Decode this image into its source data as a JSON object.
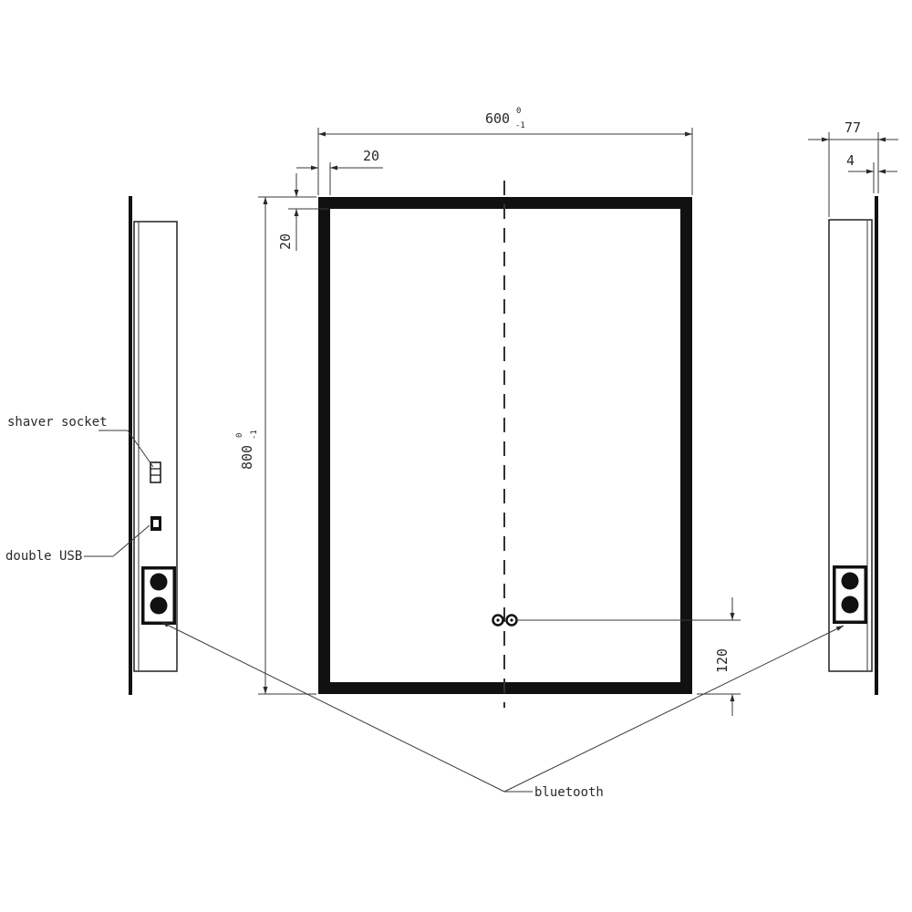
{
  "dimensions": {
    "width": {
      "value": "600",
      "sup": "0",
      "sub": "-1"
    },
    "height": {
      "value": "800",
      "sup": "0",
      "sub": "-1"
    },
    "frame_offset_x": "20",
    "frame_offset_y": "20",
    "bluetooth_offset": "120",
    "depth_total": "77",
    "depth_glass": "4"
  },
  "labels": {
    "shaver_socket": "shaver socket",
    "double_usb": "double USB",
    "bluetooth": "bluetooth"
  }
}
